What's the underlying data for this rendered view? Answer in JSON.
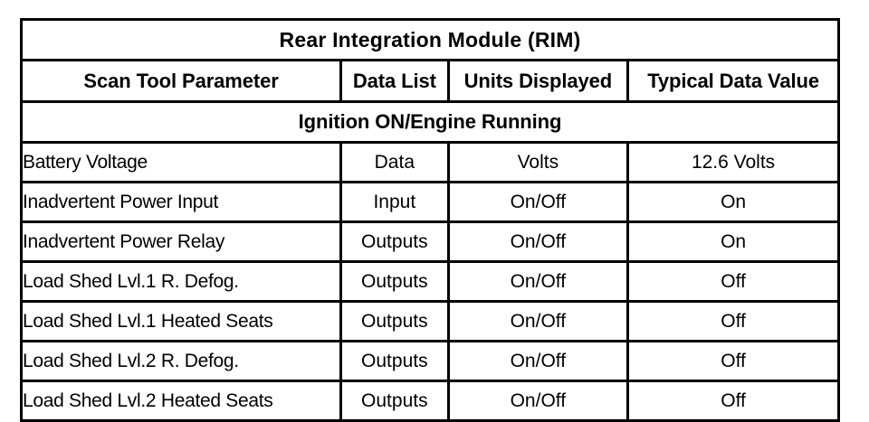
{
  "document": {
    "title": "Rear Integration Module (RIM)",
    "section_header": "Ignition ON/Engine Running",
    "background_color": "#ffffff",
    "border_color": "#000000",
    "text_color": "#000000"
  },
  "table": {
    "columns": [
      "Scan Tool Parameter",
      "Data List",
      "Units Displayed",
      "Typical Data Value"
    ],
    "rows": [
      {
        "parameter": "Battery Voltage",
        "data_list": "Data",
        "units": "Volts",
        "typical": "12.6 Volts"
      },
      {
        "parameter": "Inadvertent Power Input",
        "data_list": "Input",
        "units": "On/Off",
        "typical": "On"
      },
      {
        "parameter": "Inadvertent Power Relay",
        "data_list": "Outputs",
        "units": "On/Off",
        "typical": "On"
      },
      {
        "parameter": "Load Shed Lvl.1 R. Defog.",
        "data_list": "Outputs",
        "units": "On/Off",
        "typical": "Off"
      },
      {
        "parameter": "Load Shed Lvl.1 Heated Seats",
        "data_list": "Outputs",
        "units": "On/Off",
        "typical": "Off"
      },
      {
        "parameter": "Load Shed Lvl.2 R. Defog.",
        "data_list": "Outputs",
        "units": "On/Off",
        "typical": "Off"
      },
      {
        "parameter": "Load Shed Lvl.2 Heated Seats",
        "data_list": "Outputs",
        "units": "On/Off",
        "typical": "Off"
      }
    ]
  }
}
